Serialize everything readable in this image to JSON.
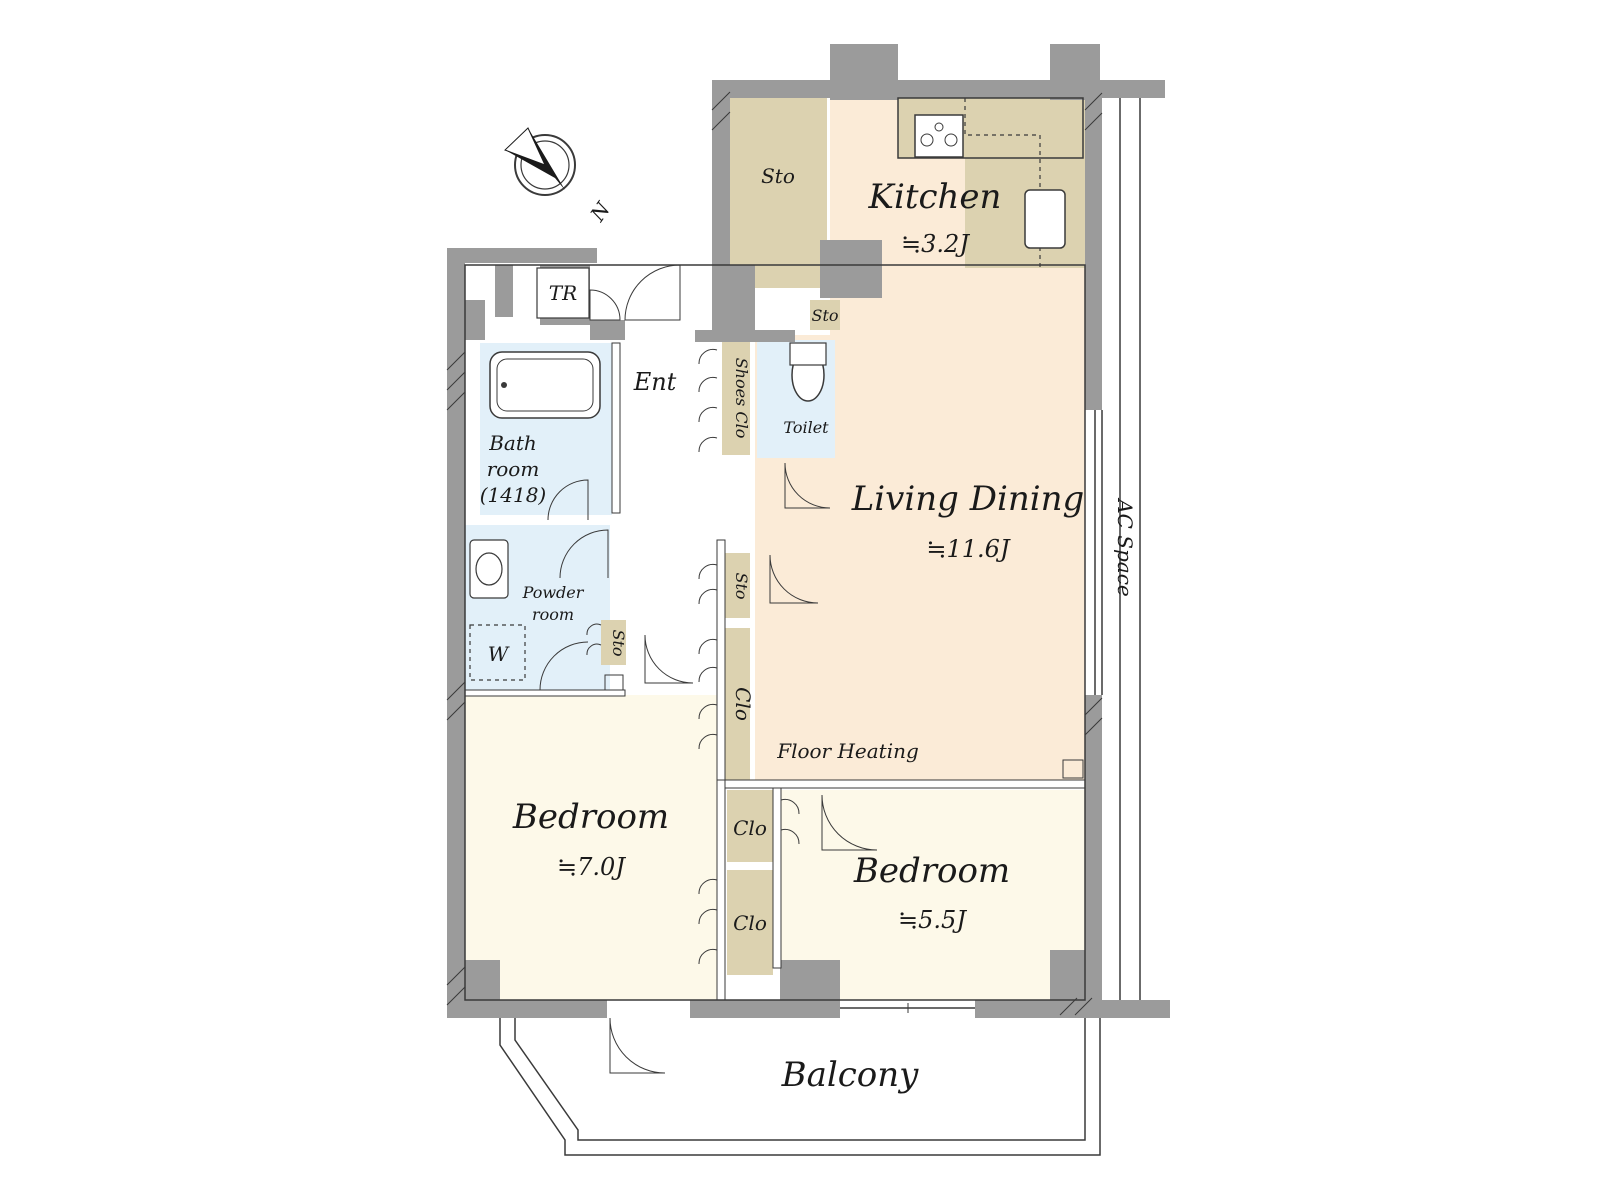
{
  "rooms": {
    "kitchen": {
      "name": "Kitchen",
      "size": "≒3.2J"
    },
    "living_dining": {
      "name": "Living Dining",
      "size": "≒11.6J"
    },
    "bedroom_west": {
      "name": "Bedroom",
      "size": "≒7.0J"
    },
    "bedroom_east": {
      "name": "Bedroom",
      "size": "≒5.5J"
    },
    "bathroom": {
      "line1": "Bath",
      "line2": "room",
      "line3": "(1418)"
    },
    "powder_room": {
      "line1": "Powder",
      "line2": "room"
    },
    "toilet": "Toilet",
    "entrance": "Ent",
    "balcony": "Balcony"
  },
  "storage": {
    "kitchen_sto": "Sto",
    "small_sto": "Sto",
    "shoes_clo": "Shoes Clo",
    "hall_sto": "Sto",
    "powder_sto": "Sto",
    "hall_clo": "Clo",
    "bed_clo_1": "Clo",
    "bed_clo_2": "Clo"
  },
  "fixtures": {
    "tr": "TR",
    "washer": "W",
    "ac_space": "AC Space",
    "floor_heating": "Floor Heating"
  },
  "compass": {
    "north": "N"
  },
  "colors": {
    "wall": "#9b9b9b",
    "living": "#fbebd7",
    "bedroom": "#fdf9e9",
    "wet": "#e2f0f9",
    "storage": "#dcd2b0",
    "hall": "#ffffff"
  }
}
